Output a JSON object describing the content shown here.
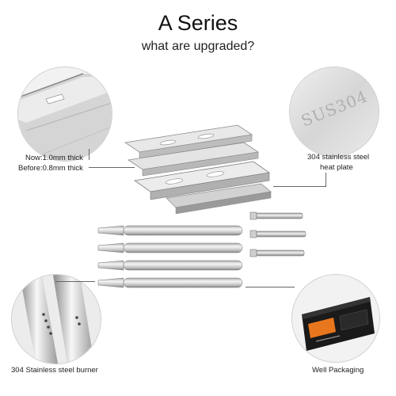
{
  "header": {
    "title": "A Series",
    "subtitle": "what are upgraded?"
  },
  "callouts": {
    "thickness_now": "Now:1.0mm thick",
    "thickness_before": "Before:0.8mm thick",
    "steel_plate_line1": "304 stainless steel",
    "steel_plate_line2": "heat plate",
    "stamp_text": "SUS304",
    "burner": "304 Stainless steel burner",
    "packaging": "Well Packaging"
  },
  "colors": {
    "steel_light": "#e6e6e6",
    "steel_mid": "#bdbdbd",
    "steel_dark": "#8a8a8a",
    "box_black": "#1a1a1a",
    "box_orange": "#e8761c"
  }
}
